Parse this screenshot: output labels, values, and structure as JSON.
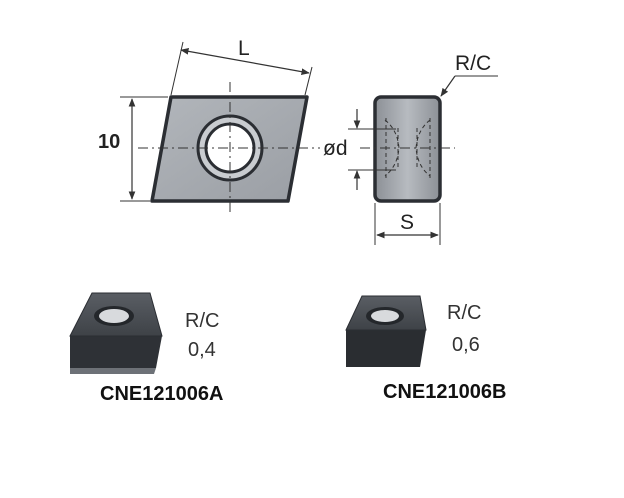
{
  "drawing": {
    "length_label": "L",
    "height_value": "10",
    "radius_label": "R/C",
    "bore_label": "ød",
    "thickness_label": "S"
  },
  "inserts": [
    {
      "code": "CNE121006A",
      "rc_label": "R/C",
      "rc_value": "0,4"
    },
    {
      "code": "CNE121006B",
      "rc_label": "R/C",
      "rc_value": "0,6"
    }
  ],
  "colors": {
    "insert_face": "#a6aaaf",
    "insert_edge": "#2b2e33",
    "line": "#333333"
  }
}
